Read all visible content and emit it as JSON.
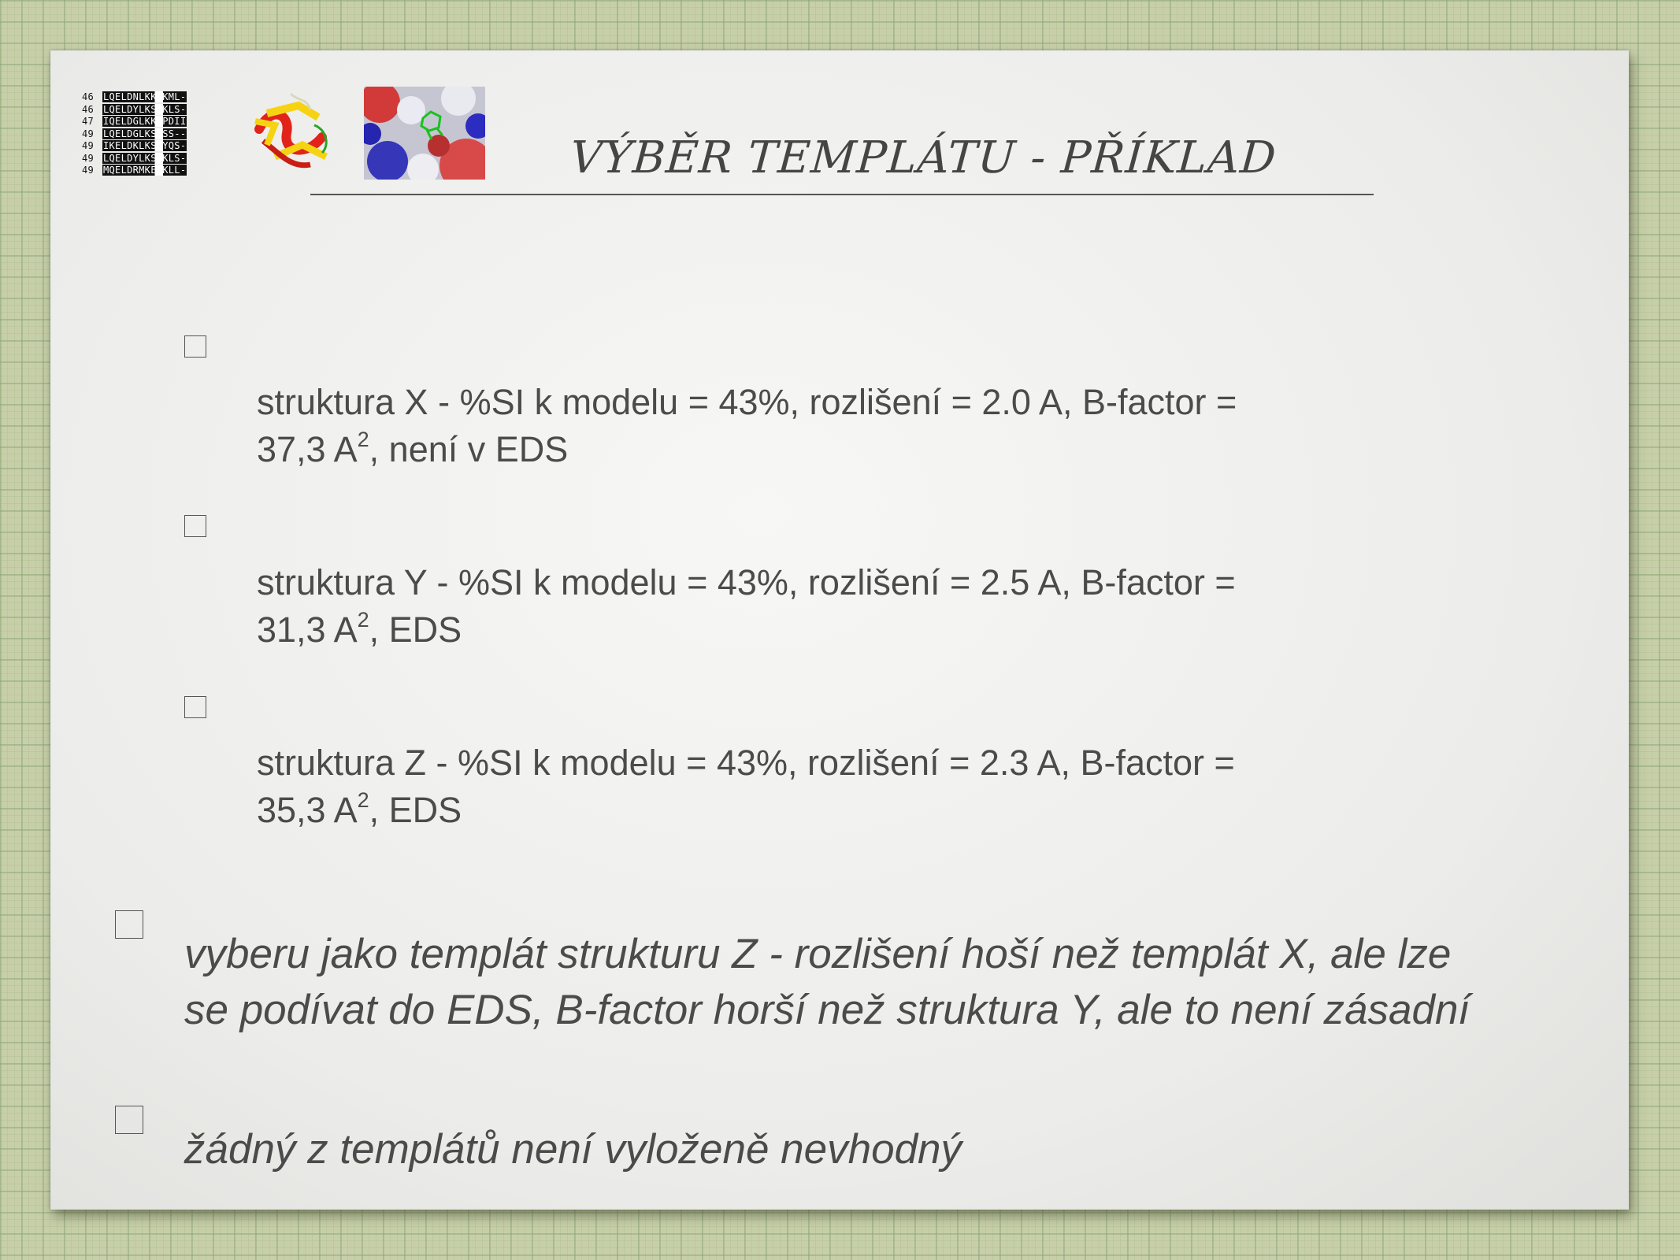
{
  "slide": {
    "title": "VÝBĚR TEMPLÁTU - PŘÍKLAD",
    "alignment": {
      "rows": [
        {
          "num": "46",
          "seq": "LQELDNLKKGKML-"
        },
        {
          "num": "46",
          "seq": "LQELDYLKSGKLS-"
        },
        {
          "num": "47",
          "seq": "IQELDGLKKSPDII"
        },
        {
          "num": "49",
          "seq": "LQELDGLKSESS--"
        },
        {
          "num": "49",
          "seq": "IKELDKLKSKYQS-"
        },
        {
          "num": "49",
          "seq": "LQELDYLKSGKLS-"
        },
        {
          "num": "49",
          "seq": "MQELDRMKEGKLL-"
        }
      ]
    },
    "sub_items": [
      {
        "line1": "struktura X - %SI k modelu = 43%, rozlišení = 2.0 A, B-factor =",
        "line2_pre": "37,3 A",
        "sup": "2",
        "line2_post": ", není v EDS"
      },
      {
        "line1": "struktura Y - %SI k modelu = 43%, rozlišení = 2.5 A, B-factor =",
        "line2_pre": "31,3 A",
        "sup": "2",
        "line2_post": ", EDS"
      },
      {
        "line1": "struktura Z - %SI k modelu = 43%, rozlišení = 2.3 A, B-factor =",
        "line2_pre": "35,3 A",
        "sup": "2",
        "line2_post": ", EDS"
      }
    ],
    "main_items": [
      {
        "line1": "vyberu jako templát  strukturu Z -  rozlišení hoší než templát X, ale lze",
        "line2": "se podívat do EDS, B-factor horší než struktura Y, ale to není zásadní"
      },
      {
        "line1": "žádný z templátů není vyloženě nevhodný"
      }
    ]
  }
}
